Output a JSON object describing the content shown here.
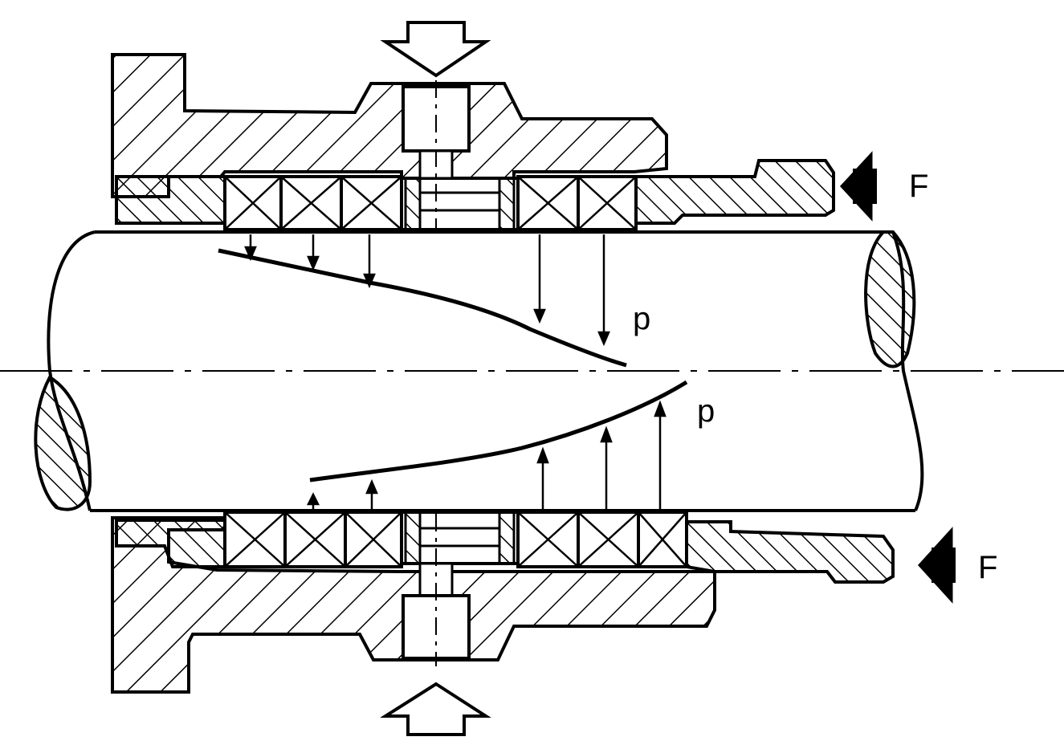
{
  "labels": {
    "force_top": "F",
    "force_bottom": "F",
    "pressure_top": "p",
    "pressure_bottom": "p"
  },
  "colors": {
    "ink": "#000000",
    "paper": "#ffffff"
  }
}
